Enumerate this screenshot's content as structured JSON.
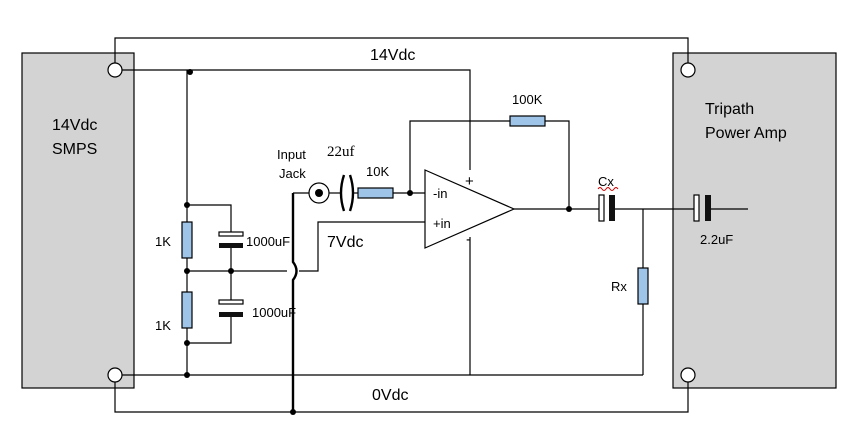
{
  "labels": {
    "smps_title_line1": "14Vdc",
    "smps_title_line2": "SMPS",
    "amp_title_line1": "Tripath",
    "amp_title_line2": "Power Amp",
    "rail_top": "14Vdc",
    "rail_bottom": "0Vdc",
    "mid_rail": "7Vdc",
    "input_jack_line1": "Input",
    "input_jack_line2": "Jack"
  },
  "components": {
    "r_divider_top": "1K",
    "r_divider_bottom": "1K",
    "c_divider_top": "1000uF",
    "c_divider_bottom": "1000uF",
    "c_input": "22uf",
    "r_input": "10K",
    "r_feedback": "100K",
    "c_output": "Cx",
    "r_load": "Rx",
    "c_amp_input": "2.2uF"
  },
  "opamp": {
    "inv_input": "-in",
    "noninv_input": "+in",
    "supply_pos": "+",
    "supply_neg": "-"
  },
  "colors": {
    "block_fill": "#d3d3d3",
    "resistor_fill": "#9ec5e8",
    "wire": "#000000",
    "squiggle": "#cc0000"
  }
}
